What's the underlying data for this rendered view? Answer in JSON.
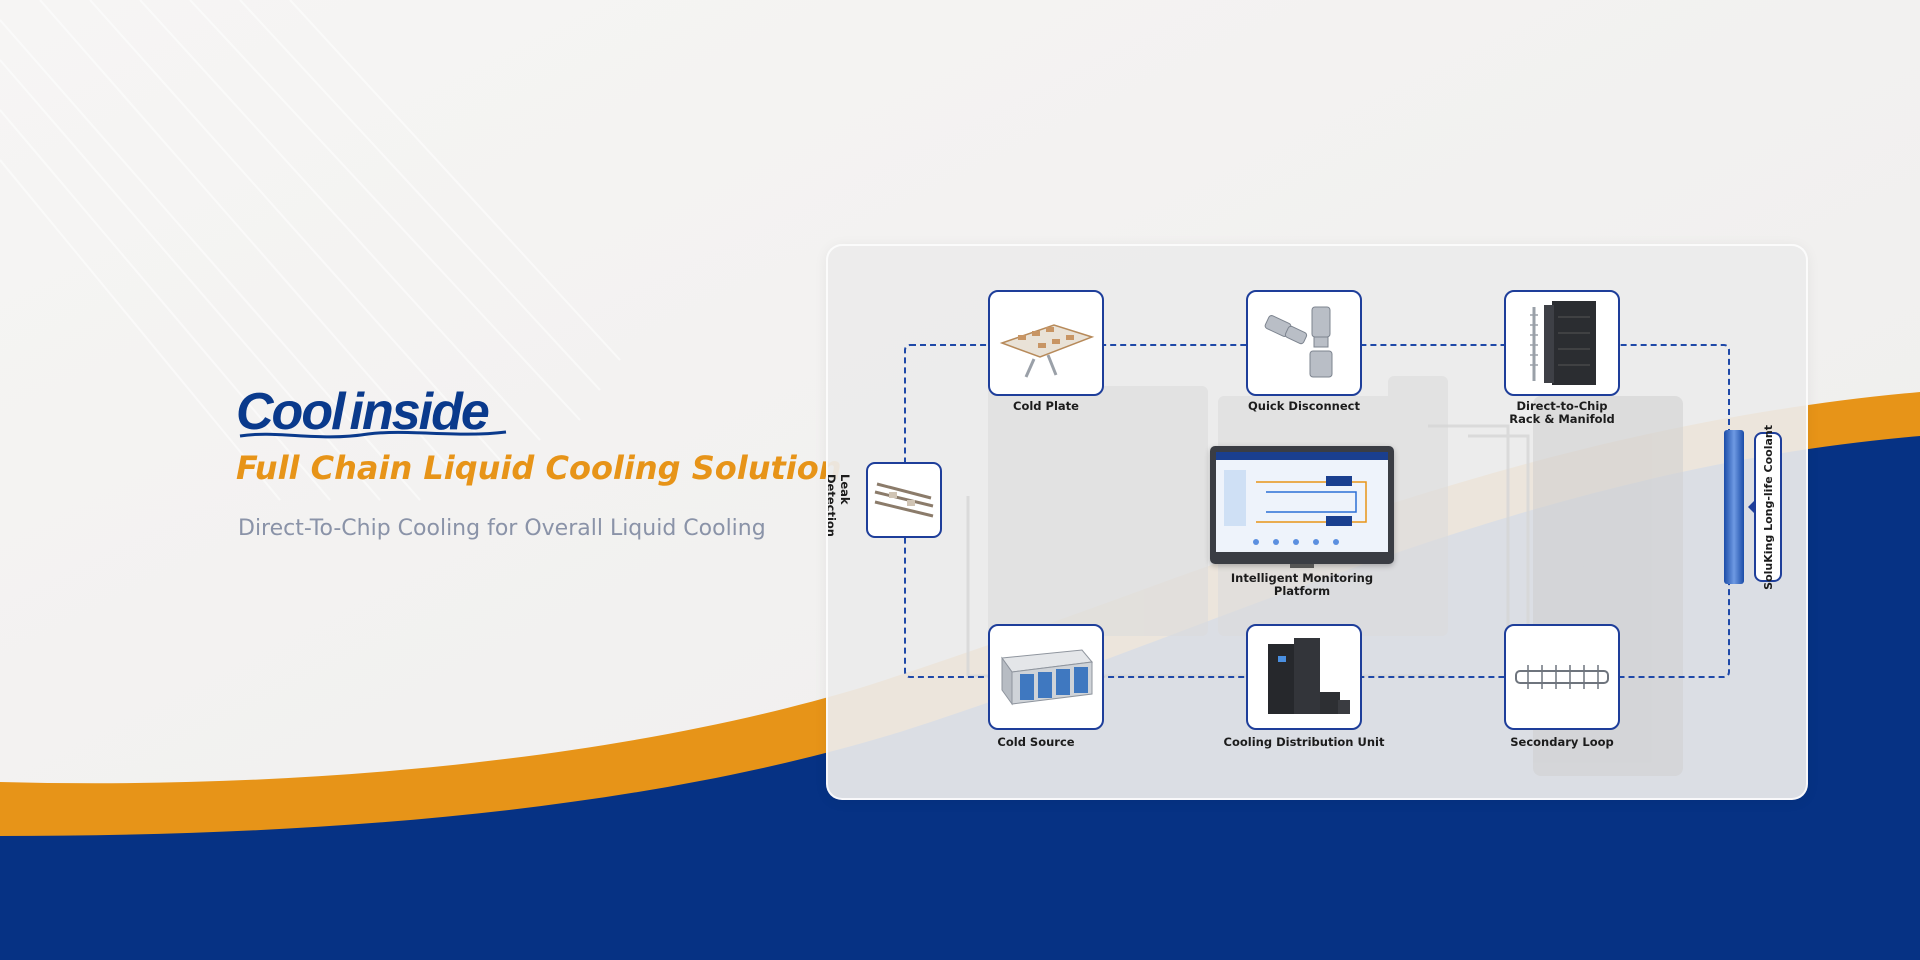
{
  "brand": {
    "logo_part1": "Cool",
    "logo_part2": "inside",
    "headline": "Full Chain Liquid Cooling Solution",
    "subline": "Direct-To-Chip Cooling for Overall Liquid Cooling"
  },
  "colors": {
    "brand_blue": "#0a3a8c",
    "accent_orange": "#e79418",
    "navy_band": "#063284",
    "node_border": "#1e3e9a"
  },
  "diagram": {
    "nodes": {
      "cold_plate": "Cold Plate",
      "quick_disconnect": "Quick Disconnect",
      "rack_manifold_line1": "Direct-to-Chip",
      "rack_manifold_line2": "Rack & Manifold",
      "monitoring": "Intelligent Monitoring Platform",
      "cold_source": "Cold Source",
      "cdu": "Cooling Distribution Unit",
      "secondary_loop": "Secondary Loop",
      "leak_detection": "Leak Detection",
      "coolant": "SoluKing Long-life Coolant"
    },
    "icons": {
      "cold_plate": "cold-plate-image",
      "quick_disconnect": "connector-image",
      "rack": "server-rack-image",
      "monitor": "dashboard-monitor-image",
      "cold_source": "dry-cooler-image",
      "cdu": "cdu-cabinet-image",
      "secondary_loop": "pipe-manifold-image",
      "leak": "leak-cable-image"
    }
  }
}
